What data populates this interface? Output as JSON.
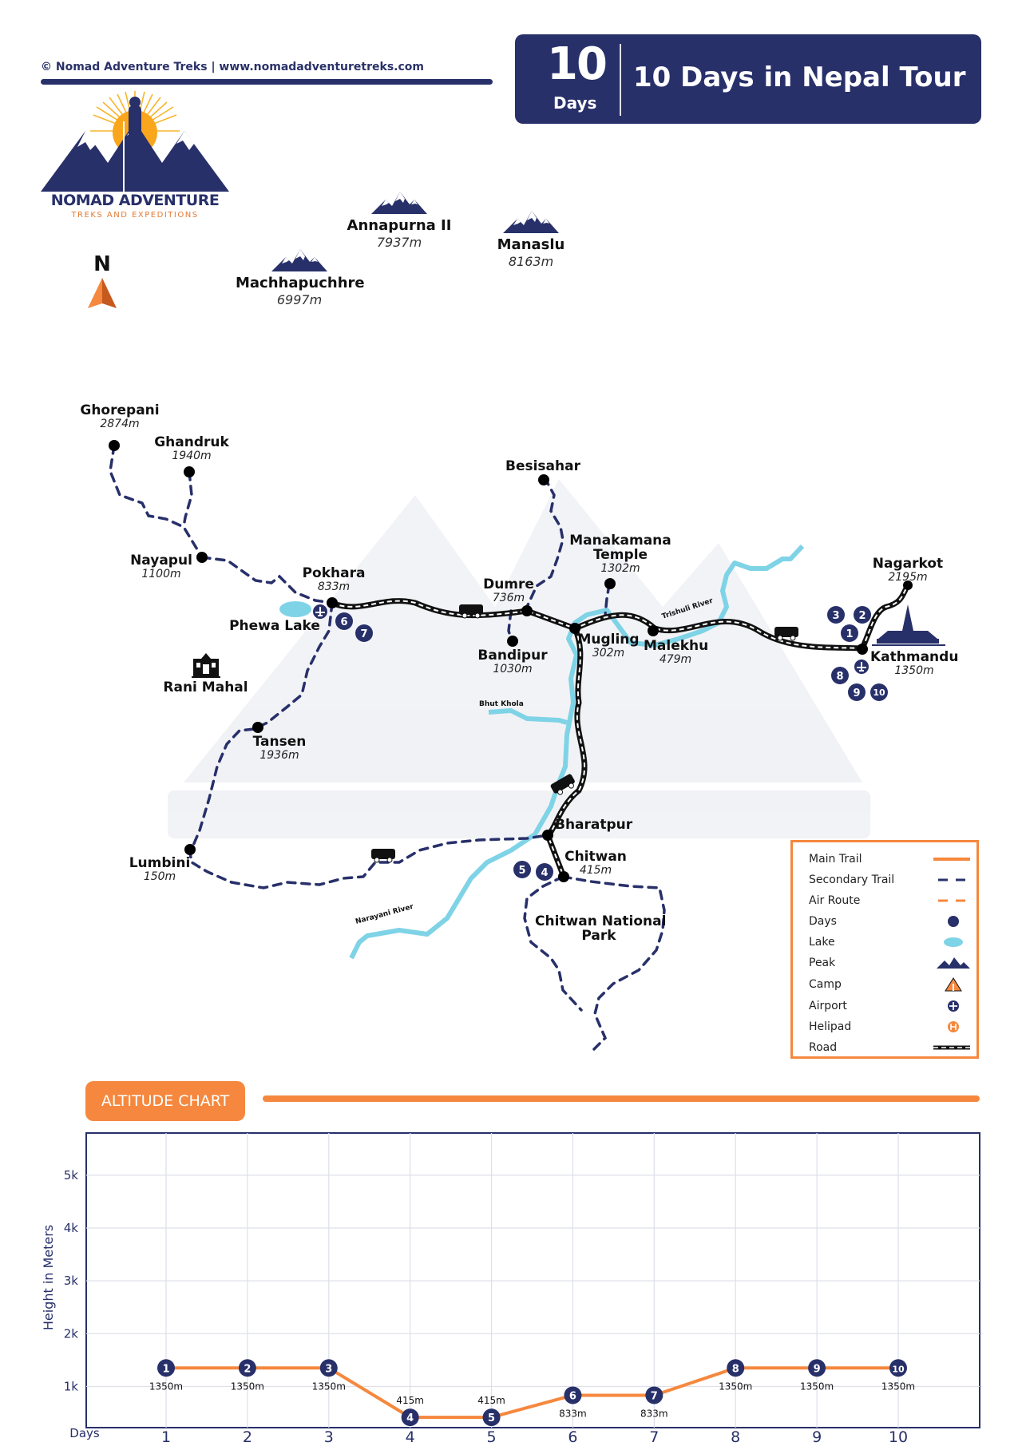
{
  "header": {
    "copyright": "© Nomad Adventure Treks | www.nomadadventuretreks.com",
    "days_number": "10",
    "days_label": "Days",
    "title": "10 Days in Nepal Tour"
  },
  "logo": {
    "name": "NOMAD ADVENTURE",
    "tagline": "TREKS AND EXPEDITIONS"
  },
  "compass": {
    "label": "N"
  },
  "peaks": [
    {
      "name": "Annapurna II",
      "altitude": "7937m"
    },
    {
      "name": "Manaslu",
      "altitude": "8163m"
    },
    {
      "name": "Machhapuchhre",
      "altitude": "6997m"
    }
  ],
  "places": {
    "ghorepani": {
      "name": "Ghorepani",
      "altitude": "2874m"
    },
    "ghandruk": {
      "name": "Ghandruk",
      "altitude": "1940m"
    },
    "nayapul": {
      "name": "Nayapul",
      "altitude": "1100m"
    },
    "pokhara": {
      "name": "Pokhara",
      "altitude": "833m"
    },
    "phewa": {
      "name": "Phewa Lake"
    },
    "rani_mahal": {
      "name": "Rani Mahal"
    },
    "tansen": {
      "name": "Tansen",
      "altitude": "1936m"
    },
    "lumbini": {
      "name": "Lumbini",
      "altitude": "150m"
    },
    "besisahar": {
      "name": "Besisahar"
    },
    "manakamana": {
      "name": "Manakamana",
      "name2": "Temple",
      "altitude": "1302m"
    },
    "dumre": {
      "name": "Dumre",
      "altitude": "736m"
    },
    "bandipur": {
      "name": "Bandipur",
      "altitude": "1030m"
    },
    "mugling": {
      "name": "Mugling",
      "altitude": "302m"
    },
    "malekhu": {
      "name": "Malekhu",
      "altitude": "479m"
    },
    "nagarkot": {
      "name": "Nagarkot",
      "altitude": "2195m"
    },
    "kathmandu": {
      "name": "Kathmandu",
      "altitude": "1350m"
    },
    "bharatpur": {
      "name": "Bharatpur"
    },
    "chitwan": {
      "name": "Chitwan",
      "altitude": "415m"
    },
    "chitwan_np": {
      "name": "Chitwan National",
      "name2": "Park"
    }
  },
  "rivers": {
    "trishuli": "Trishuli River",
    "bhut_khola": "Bhut Khola",
    "narayani": "Narayani River"
  },
  "day_markers": {
    "kathmandu_start": [
      "3",
      "2",
      "1"
    ],
    "kathmandu_end": [
      "8",
      "9",
      "10"
    ],
    "pokhara": [
      "6",
      "7"
    ],
    "chitwan": [
      "5",
      "4"
    ]
  },
  "legend": {
    "items": [
      {
        "label": "Main Trail",
        "icon": "main-trail"
      },
      {
        "label": "Secondary Trail",
        "icon": "secondary-trail"
      },
      {
        "label": "Air Route",
        "icon": "air-route"
      },
      {
        "label": "Days",
        "icon": "day-dot"
      },
      {
        "label": "Lake",
        "icon": "lake"
      },
      {
        "label": "Peak",
        "icon": "peak"
      },
      {
        "label": "Camp",
        "icon": "camp"
      },
      {
        "label": "Airport",
        "icon": "airport"
      },
      {
        "label": "Helipad",
        "icon": "helipad"
      },
      {
        "label": "Road",
        "icon": "road"
      }
    ]
  },
  "colors": {
    "navy": "#28306a",
    "orange": "#f5883e",
    "river": "#7fd3e6",
    "lake": "#7fd3e6"
  },
  "altitude_section": {
    "label": "ALTITUDE CHART"
  },
  "chart_data": {
    "type": "line",
    "title": "ALTITUDE CHART",
    "xlabel": "Days",
    "ylabel": "Height in Meters",
    "x": [
      1,
      2,
      3,
      4,
      5,
      6,
      7,
      8,
      9,
      10
    ],
    "values": [
      1350,
      1350,
      1350,
      415,
      415,
      833,
      833,
      1350,
      1350,
      1350
    ],
    "point_labels": [
      "1350m",
      "1350m",
      "1350m",
      "415m",
      "415m",
      "833m",
      "833m",
      "1350m",
      "1350m",
      "1350m"
    ],
    "y_ticks": [
      1000,
      2000,
      3000,
      4000,
      5000
    ],
    "y_tick_labels": [
      "1k",
      "2k",
      "3k",
      "4k",
      "5k"
    ],
    "x_tick_labels": [
      "1",
      "2",
      "3",
      "4",
      "5",
      "6",
      "7",
      "8",
      "9",
      "10"
    ],
    "ylim": [
      220,
      5800
    ],
    "grid": true
  }
}
